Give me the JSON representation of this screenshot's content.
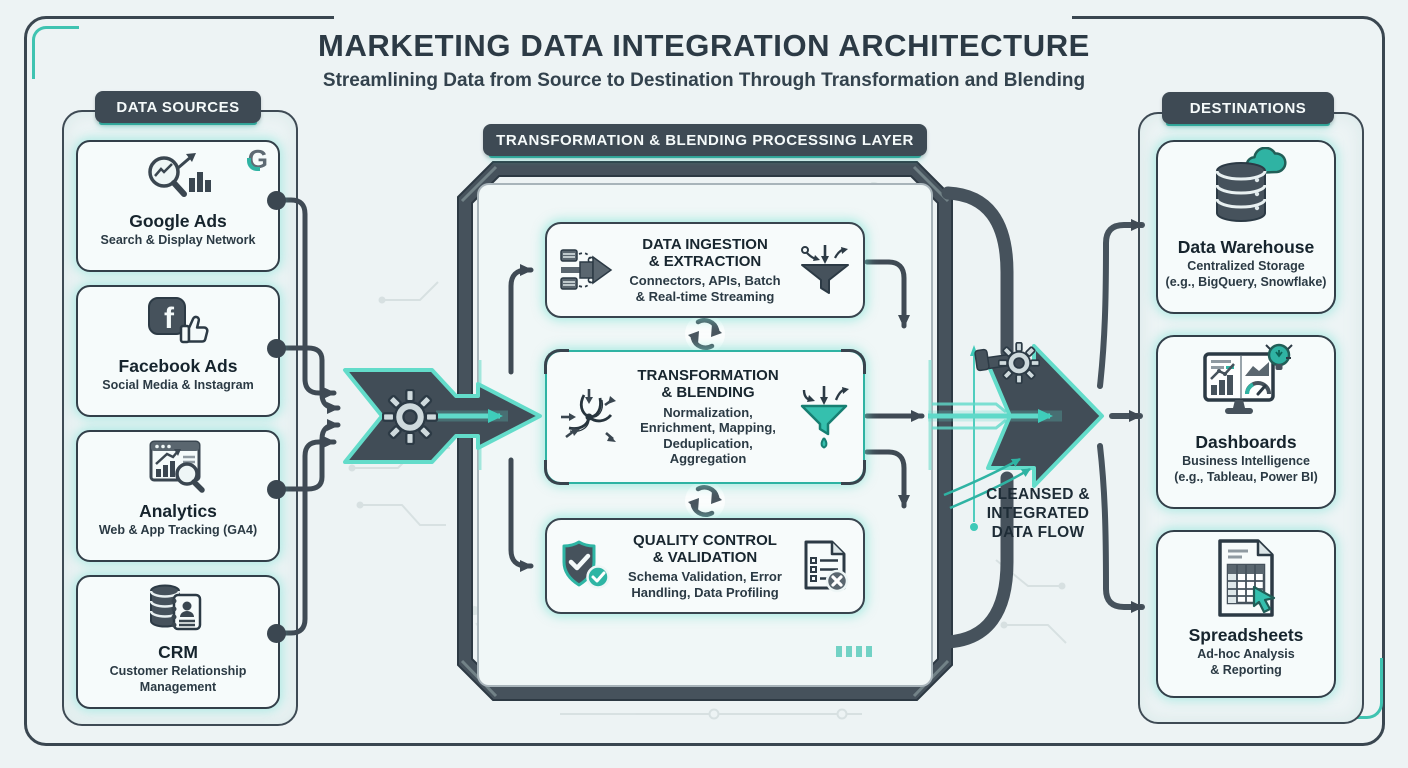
{
  "title": "MARKETING DATA INTEGRATION ARCHITECTURE",
  "subtitle": "Streamlining Data from Source to Destination Through Transformation and Blending",
  "colors": {
    "accent_teal": "#35bfae",
    "dark": "#3e4a54"
  },
  "sources": {
    "header": "DATA SOURCES",
    "cards": [
      {
        "title": "Google Ads",
        "subtitle": "Search & Display Network",
        "icon": "google-ads-icon",
        "logo": "G"
      },
      {
        "title": "Facebook Ads",
        "subtitle": "Social Media & Instagram",
        "icon": "facebook-ads-icon"
      },
      {
        "title": "Analytics",
        "subtitle": "Web & App Tracking (GA4)",
        "icon": "analytics-icon"
      },
      {
        "title": "CRM",
        "subtitle": "Customer Relationship\nManagement",
        "icon": "crm-icon"
      }
    ]
  },
  "processing": {
    "header": "TRANSFORMATION & BLENDING PROCESSING LAYER",
    "steps": [
      {
        "title": "DATA INGESTION\n& EXTRACTION",
        "subtitle": "Connectors, APIs, Batch\n& Real-time Streaming"
      },
      {
        "title": "TRANSFORMATION\n& BLENDING",
        "subtitle": "Normalization,\nEnrichment, Mapping,\nDeduplication,\nAggregation"
      },
      {
        "title": "QUALITY CONTROL\n& VALIDATION",
        "subtitle": "Schema Validation, Error\nHandling, Data Profiling"
      }
    ]
  },
  "flow": {
    "label": "CLEANSED &\nINTEGRATED\nDATA FLOW"
  },
  "destinations": {
    "header": "DESTINATIONS",
    "cards": [
      {
        "title": "Data Warehouse",
        "subtitle": "Centralized Storage\n(e.g., BigQuery, Snowflake)",
        "icon": "data-warehouse-icon"
      },
      {
        "title": "Dashboards",
        "subtitle": "Business Intelligence\n(e.g., Tableau, Power BI)",
        "icon": "dashboards-icon"
      },
      {
        "title": "Spreadsheets",
        "subtitle": "Ad-hoc Analysis\n& Reporting",
        "icon": "spreadsheets-icon"
      }
    ]
  }
}
